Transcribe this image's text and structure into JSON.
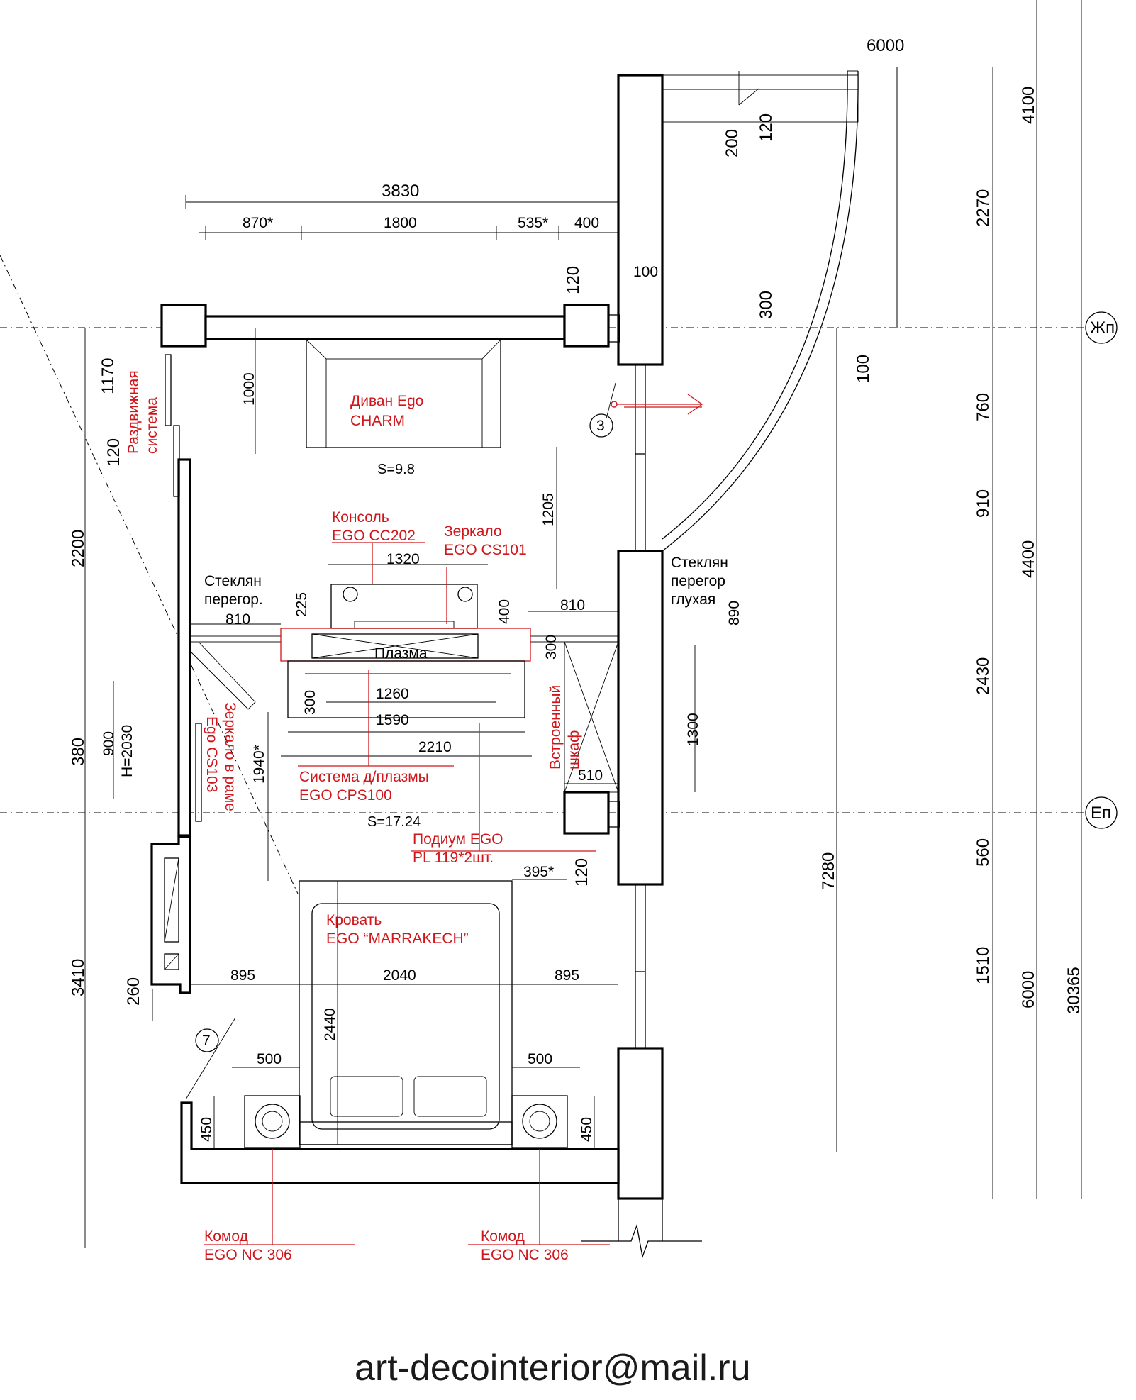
{
  "dims": {
    "top_3830": "3830",
    "top_870": "870*",
    "top_1800": "1800",
    "top_535": "535*",
    "top_400": "400",
    "top_100": "100",
    "top_120": "120",
    "r6000": "6000",
    "v120b": "120",
    "v200": "200",
    "v300": "300",
    "v100": "100",
    "v1000": "1000",
    "v1205": "1205",
    "v1320": "1320",
    "v225": "225",
    "v400": "400",
    "v810a": "810",
    "v810b": "810",
    "v890": "890",
    "v300b": "300",
    "v300c": "300",
    "v1260": "1260",
    "v1590": "1590",
    "v2210": "2210",
    "v1300": "1300",
    "v510": "510",
    "v1940": "1940*",
    "v395": "395*",
    "v120c": "120",
    "v895a": "895",
    "v2040": "2040",
    "v895b": "895",
    "v2440": "2440",
    "v500a": "500",
    "v500b": "500",
    "v450a": "450",
    "v450b": "450",
    "v7280": "7280",
    "v900": "900",
    "h2030": "H=2030",
    "l1170": "1170",
    "l120": "120",
    "l2200": "2200",
    "l380": "380",
    "l3410": "3410",
    "l260": "260",
    "r4100": "4100",
    "r2270": "2270",
    "r760": "760",
    "r910": "910",
    "r4400": "4400",
    "r2430": "2430",
    "r560": "560",
    "r1510": "1510",
    "r30365": "30365"
  },
  "axes": {
    "zhp": "Жп",
    "ep": "Еп",
    "n3": "3",
    "n7": "7"
  },
  "labels": {
    "area1": "S=9.8",
    "area2": "S=17.24",
    "glass_l1": "Стеклян",
    "glass_l2": "перегор.",
    "glass_r1": "Стеклян",
    "glass_r2": "перегор",
    "glass_r3": "глухая",
    "plasma": "Плазма"
  },
  "red_labels": {
    "sofa1": "Диван Ego",
    "sofa2": "CHARM",
    "console1": "Консоль",
    "console2": "EGO CC202",
    "mirror1": "Зеркало",
    "mirror2": "EGO CS101",
    "sys1": "Система д/плазмы",
    "sys2": "EGO CPS100",
    "pod1": "Подиум EGO",
    "pod2": "PL 119*2шт.",
    "bed1": "Кровать",
    "bed2": "EGO “MARRAKECH”",
    "kom1a": "Комод",
    "kom1b": "EGO NC 306",
    "kom2a": "Комод",
    "kom2b": "EGO NC 306",
    "slide1": "Раздвижная",
    "slide2": "система",
    "wardrobe1": "Встроенный",
    "wardrobe2": "шкаф",
    "frame1": "Зеркало в раме",
    "frame2": "Ego CS103"
  },
  "footer": {
    "email": "art-decointerior@mail.ru"
  }
}
